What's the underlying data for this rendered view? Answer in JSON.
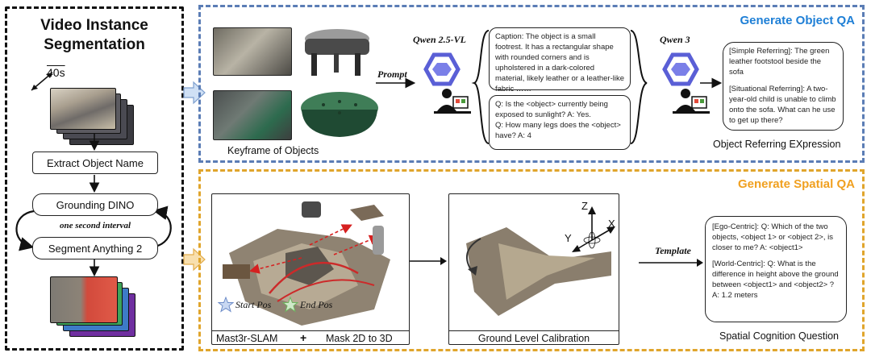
{
  "left_panel": {
    "title_line1": "Video Instance",
    "title_line2": "Segmentation",
    "duration": "40s",
    "extract_box": "Extract Object Name",
    "grounding_box": "Grounding DINO",
    "interval": "one second interval",
    "sam_box": "Segment Anything 2"
  },
  "object_qa": {
    "title": "Generate Object QA",
    "keyframe_caption": "Keyframe of Objects",
    "prompt_label": "Prompt",
    "model1": "Qwen 2.5-VL",
    "model2": "Qwen 3",
    "caption_text": "Caption: The object is a small footrest. It has a rectangular shape with rounded corners and is upholstered in a dark-colored material, likely leather or a leather-like fabric  ……",
    "qa_text_1": "Q: Is the <object> currently being exposed to sunlight? A: Yes.",
    "qa_text_2": "Q: How many legs does the <object> have? A: 4",
    "referring_simple": "[Simple Referring]: The green leather footstool beside the sofa",
    "referring_situational": "[Situational Referring]: A two-year-old child is unable to climb onto the sofa. What can he use to get up there?",
    "referring_caption": "Object Referring EXpression"
  },
  "spatial_qa": {
    "title": "Generate Spatial QA",
    "start_pos": "Start Pos",
    "end_pos": "End Pos",
    "mast3r": "Mast3r-SLAM",
    "plus": "+",
    "mask": "Mask 2D to 3D",
    "calibration": "Ground Level Calibration",
    "axis_z": "Z",
    "axis_x": "X",
    "axis_y": "Y",
    "template_label": "Template",
    "ego_text": "[Ego-Centric]: Q: Which of the two objects, <object 1> or <object 2>, is closer to me? A: <object1>",
    "world_text": "[World-Centric]: Q: What is the difference in height above the ground between <object1> and <object2> ? A: 1.2 meters",
    "question_caption": "Spatial Cognition Question"
  }
}
